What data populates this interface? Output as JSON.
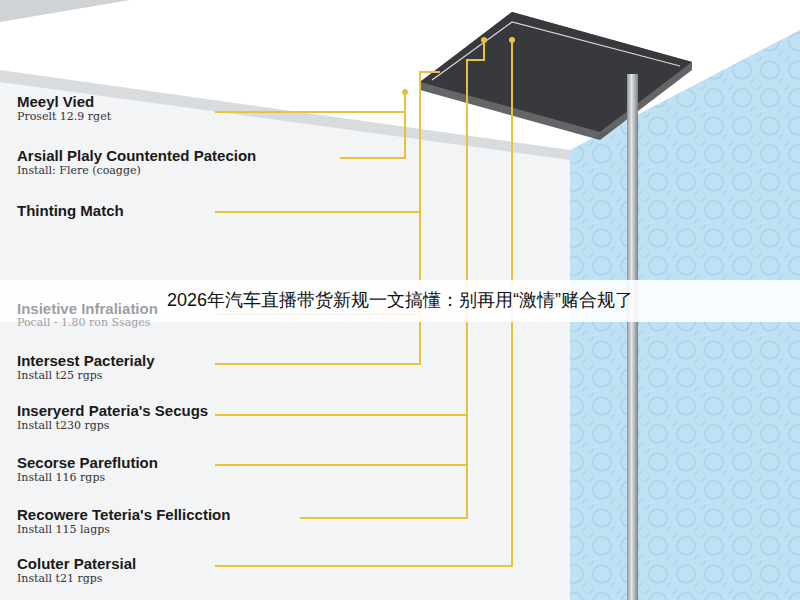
{
  "diagram": {
    "title": "2026年汽车直播带货新规一文搞懂：别再用“激情”赌合规了",
    "labels": [
      "Meeyl Vied",
      "Proselt 12.9 rget",
      "Arsiall Plaly Countented Patecion",
      "Install: Flere  (coagge)",
      "Thinting Match",
      "Insietive Infraliation",
      "Pocall - 1.80 ron Ssages",
      "Intersest Pacterialy",
      "Install t25 rgps",
      "Inseryerd Pateria's Secugs",
      "Install t230 rgps",
      "Secorse Pareflution",
      "Install 116 rgps",
      "Recowere Teteria's Fellicction",
      "Install 115 lagps",
      "Coluter Patersial",
      "Install t21 rgps"
    ]
  }
}
